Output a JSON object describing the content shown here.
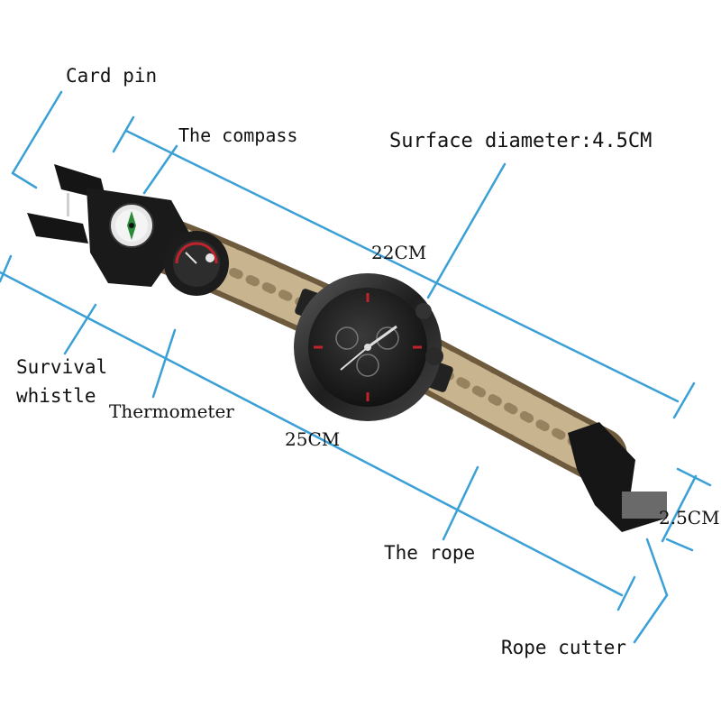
{
  "labels": {
    "card_pin": "Card pin",
    "compass": "The compass",
    "surface_diameter": "Surface diameter:4.5CM",
    "length_22": "22CM",
    "survival_whistle_line1": "Survival",
    "survival_whistle_line2": "whistle",
    "thermometer": "Thermometer",
    "length_25": "25CM",
    "width_25": "2.5CM",
    "rope": "The rope",
    "rope_cutter": "Rope cutter"
  },
  "colors": {
    "leader_line": "#3aa0d6",
    "paracord_light": "#c8b48e",
    "paracord_dark": "#6e5a3c",
    "watch_bezel": "#2a2a2a",
    "watch_face": "#161616",
    "accent_red": "#c0232b"
  }
}
